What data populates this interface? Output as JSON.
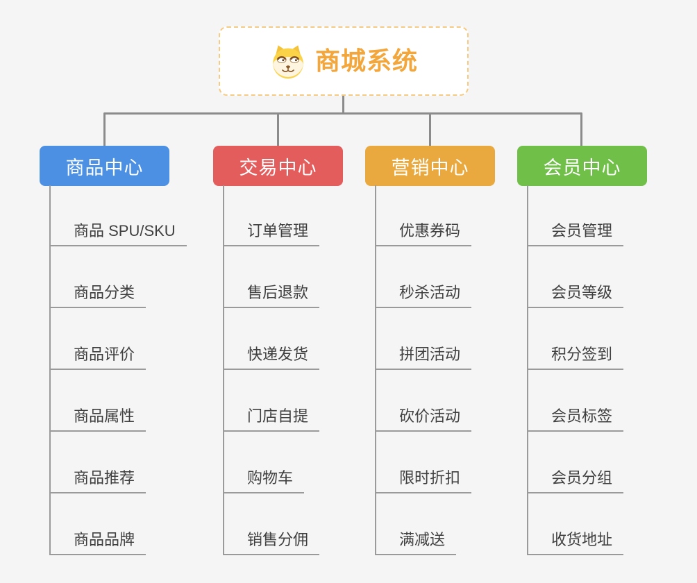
{
  "root": {
    "title": "商城系统",
    "icon": "shiba-dog-icon",
    "title_color": "#F2A63B",
    "border_color": "#F5CA82"
  },
  "colors": {
    "background": "#F5F5F5",
    "tree_connector": "#8B8B8B",
    "leaf_connector": "#9A9A9A",
    "leaf_text": "#3F3F3F"
  },
  "branches": [
    {
      "label": "商品中心",
      "color": "#4B90E2",
      "items": [
        "商品 SPU/SKU",
        "商品分类",
        "商品评价",
        "商品属性",
        "商品推荐",
        "商品品牌"
      ]
    },
    {
      "label": "交易中心",
      "color": "#E45D5D",
      "items": [
        "订单管理",
        "售后退款",
        "快递发货",
        "门店自提",
        "购物车",
        "销售分佣"
      ]
    },
    {
      "label": "营销中心",
      "color": "#E9A93F",
      "items": [
        "优惠券码",
        "秒杀活动",
        "拼团活动",
        "砍价活动",
        "限时折扣",
        "满减送"
      ]
    },
    {
      "label": "会员中心",
      "color": "#6FBF48",
      "items": [
        "会员管理",
        "会员等级",
        "积分签到",
        "会员标签",
        "会员分组",
        "收货地址"
      ]
    }
  ]
}
